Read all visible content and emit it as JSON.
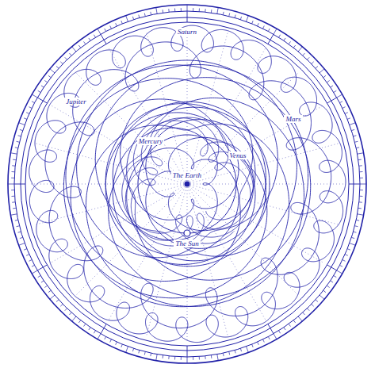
{
  "diagram": {
    "labels": [
      "The Earth",
      "Saturn",
      "Jupiter",
      "Mars",
      "Venus",
      "Mercury",
      "The Sun"
    ]
  }
}
